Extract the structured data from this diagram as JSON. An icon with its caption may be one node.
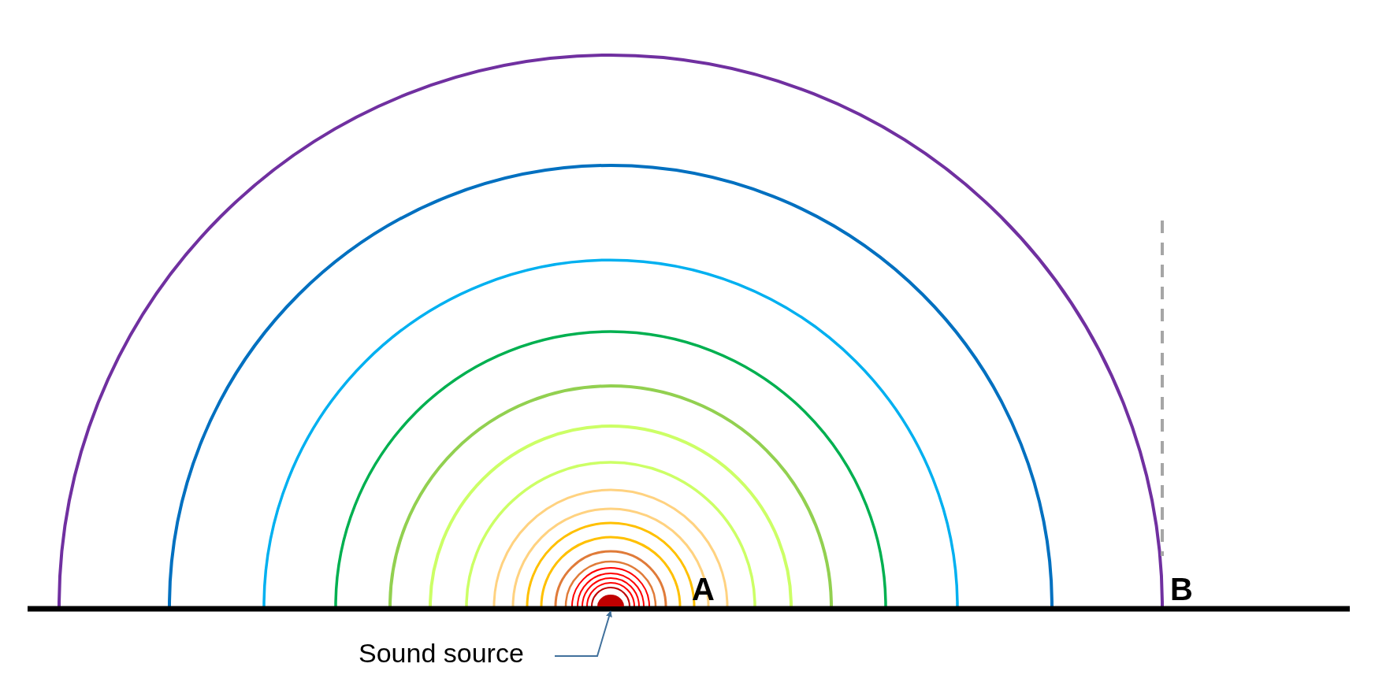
{
  "diagram": {
    "nodes": [
      {
        "text": [
          "Sound source"
        ]
      },
      {
        "text": [],
        "shape": "circle"
      }
    ],
    "edges": [
      {
        "from": 0,
        "to": 1,
        "arrow": "to"
      }
    ],
    "labels": [
      "A",
      "B"
    ]
  }
}
